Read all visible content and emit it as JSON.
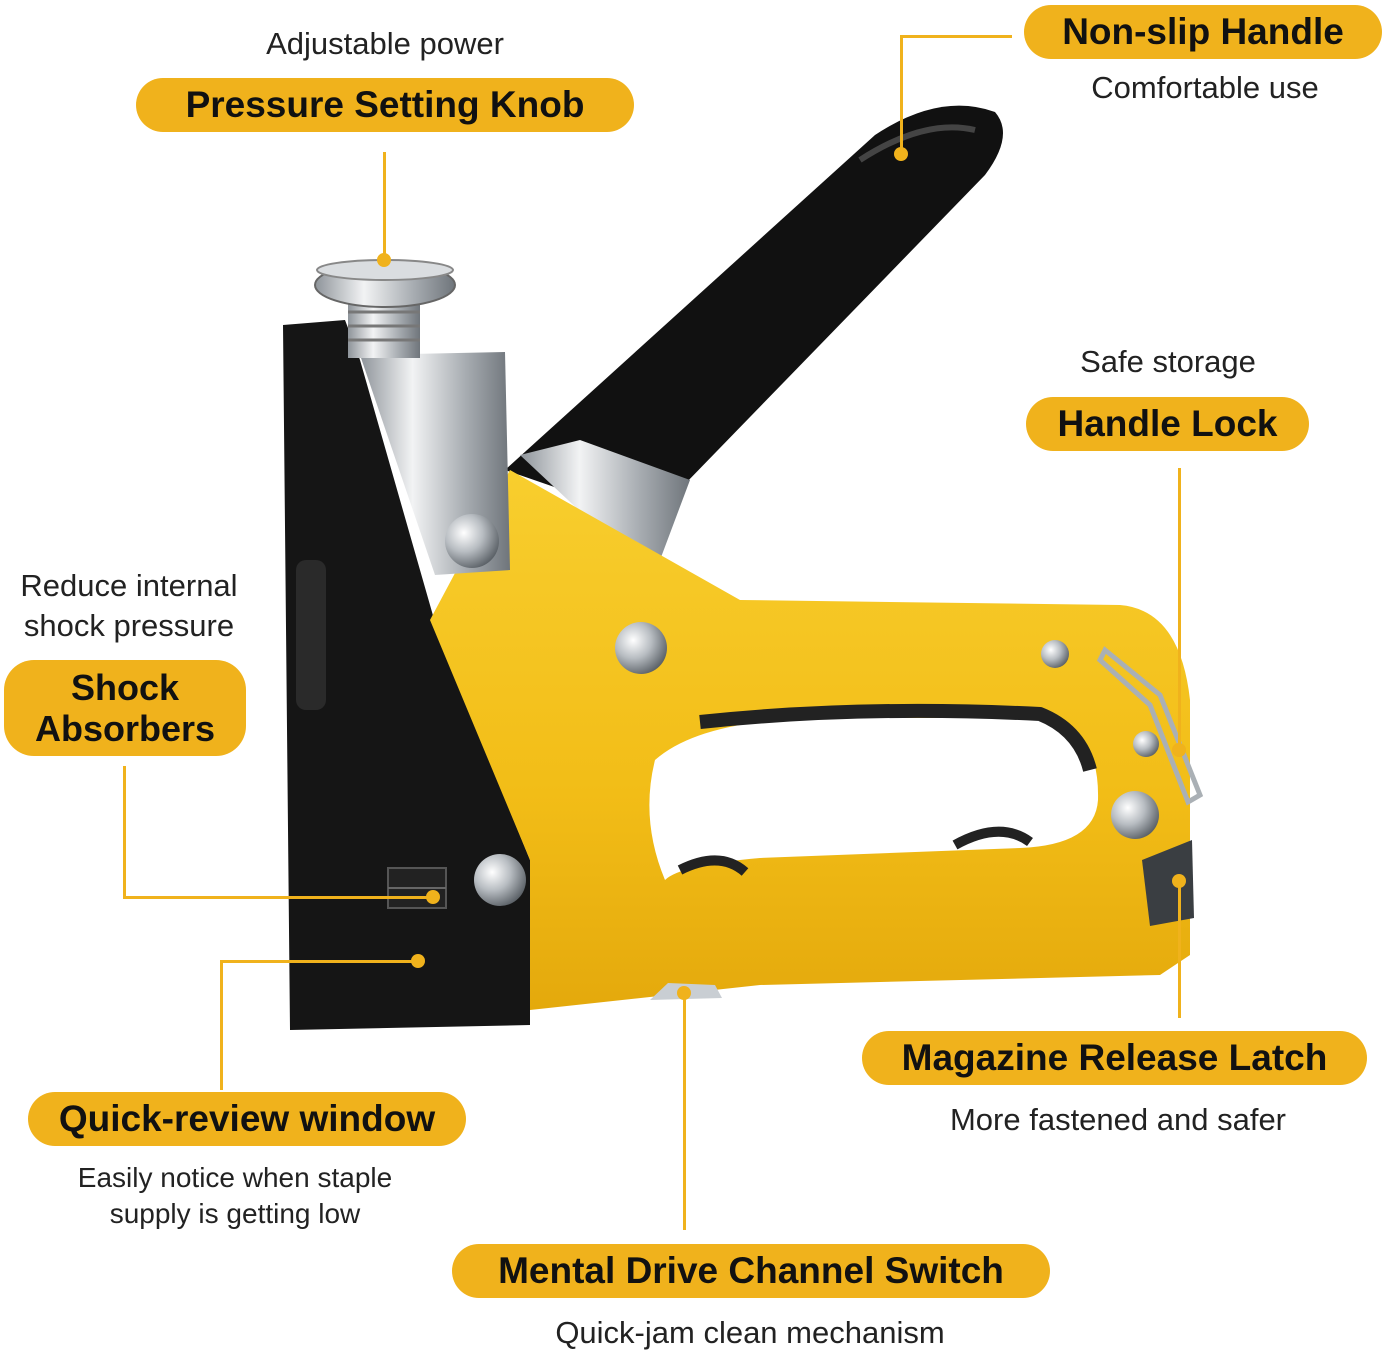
{
  "colors": {
    "accent": "#F0B21C",
    "tool_body": "#F4C21E",
    "tool_black": "#111111",
    "chrome": "#C8CCD0"
  },
  "callouts": {
    "pressure_knob": {
      "caption": "Adjustable power",
      "label": "Pressure Setting Knob"
    },
    "non_slip_handle": {
      "label": "Non-slip Handle",
      "caption": "Comfortable use"
    },
    "handle_lock": {
      "caption": "Safe storage",
      "label": "Handle Lock"
    },
    "shock_absorbers": {
      "caption_line1": "Reduce internal",
      "caption_line2": "shock pressure",
      "label_line1": "Shock",
      "label_line2": "Absorbers"
    },
    "magazine_latch": {
      "label": "Magazine Release Latch",
      "caption": "More fastened and safer"
    },
    "quick_review": {
      "label": "Quick-review window",
      "caption_line1": "Easily notice when staple",
      "caption_line2": "supply is getting low"
    },
    "drive_channel": {
      "label": "Mental Drive Channel Switch",
      "caption": "Quick-jam clean mechanism"
    }
  }
}
